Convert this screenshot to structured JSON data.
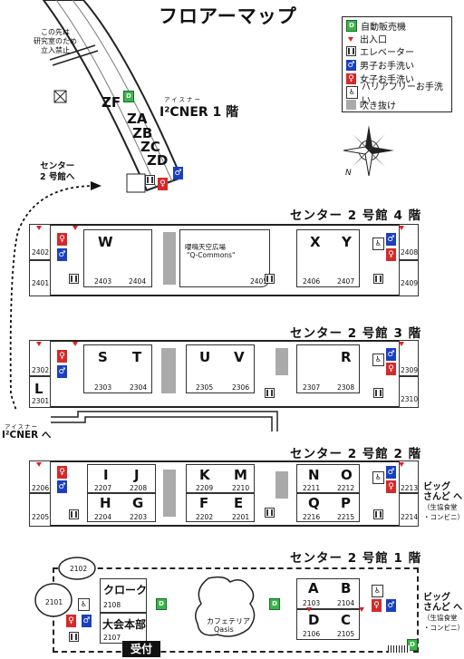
{
  "title": "フロアーマップ",
  "legend": [
    {
      "icon": "vending-machine-icon",
      "label": "自動販売機"
    },
    {
      "icon": "entrance-icon",
      "label": "出入口"
    },
    {
      "icon": "elevator-icon",
      "label": "エレベーター"
    },
    {
      "icon": "mens-restroom-icon",
      "label": "男子お手洗い"
    },
    {
      "icon": "womens-restroom-icon",
      "label": "女子お手洗い"
    },
    {
      "icon": "accessible-restroom-icon",
      "label": "バリアフリーお手洗い"
    },
    {
      "icon": "atrium-icon",
      "label": "吹き抜け"
    }
  ],
  "compass": {
    "label": "N"
  },
  "i2cner": {
    "ruby": "アイスナー",
    "floor_label": "I²CNER 1 階",
    "rooms": [
      "ZF",
      "ZA",
      "ZB",
      "ZC",
      "ZD"
    ],
    "notice": [
      "この先は",
      "研究室のため",
      "立入禁止"
    ],
    "to_center": [
      "センター",
      "2 号館へ"
    ]
  },
  "floor4": {
    "title": "センター 2 号館 4 階",
    "rooms": [
      {
        "label": "W",
        "num_left": "2403",
        "num_right": "2404"
      },
      {
        "label": "X",
        "num": "2406"
      },
      {
        "label": "Y",
        "num": "2407"
      }
    ],
    "plaza": {
      "name": "嚶鳴天空広場",
      "sub": "\"Q-Commons\"",
      "num": "2405"
    },
    "side_nums": [
      "2402",
      "2401",
      "2408",
      "2409"
    ]
  },
  "floor3": {
    "title": "センター 2 号館 3 階",
    "rooms": [
      {
        "label": "S",
        "num": "2303"
      },
      {
        "label": "T",
        "num": "2304"
      },
      {
        "label": "U",
        "num": "2305"
      },
      {
        "label": "V",
        "num": "2306"
      },
      {
        "label": "R",
        "num_left": "2307",
        "num_right": "2308"
      },
      {
        "label": "L",
        "num": "2301"
      }
    ],
    "side_nums": [
      "2302",
      "2309",
      "2310"
    ],
    "to_i2cner": {
      "ruby": "アイスナー",
      "label": "I²CNER へ"
    }
  },
  "floor2": {
    "title": "センター 2 号館 2 階",
    "rooms_top": [
      {
        "label": "I",
        "num": "2207"
      },
      {
        "label": "J",
        "num": "2208"
      },
      {
        "label": "K",
        "num": "2209"
      },
      {
        "label": "M",
        "num": "2210"
      },
      {
        "label": "N",
        "num": "2211"
      },
      {
        "label": "O",
        "num": "2212"
      }
    ],
    "rooms_bottom": [
      {
        "label": "H",
        "num": "2204"
      },
      {
        "label": "G",
        "num": "2203"
      },
      {
        "label": "F",
        "num": "2202"
      },
      {
        "label": "E",
        "num": "2201"
      },
      {
        "label": "Q",
        "num": "2216"
      },
      {
        "label": "P",
        "num": "2215"
      }
    ],
    "side_nums": [
      "2206",
      "2205",
      "2213",
      "2214"
    ],
    "to_big": [
      "ビッグ",
      "さんど へ",
      "（生協食堂",
      "・コンビニ）"
    ]
  },
  "floor1": {
    "title": "センター 2 号館 1 階",
    "rooms": [
      {
        "label": "A",
        "num": "2103"
      },
      {
        "label": "B",
        "num": "2104"
      },
      {
        "label": "D",
        "num": "2106"
      },
      {
        "label": "C",
        "num": "2105"
      }
    ],
    "cloak": {
      "label": "クローク",
      "num": "2108"
    },
    "hq": {
      "label": "大会本部",
      "num": "2107"
    },
    "reception": "受付",
    "cafe": {
      "name": "カフェテリア",
      "sub": "Qasis"
    },
    "ovals": [
      "2102",
      "2101"
    ],
    "to_big": [
      "ビッグ",
      "さんど へ",
      "（生協食堂",
      "・コンビニ）"
    ]
  }
}
